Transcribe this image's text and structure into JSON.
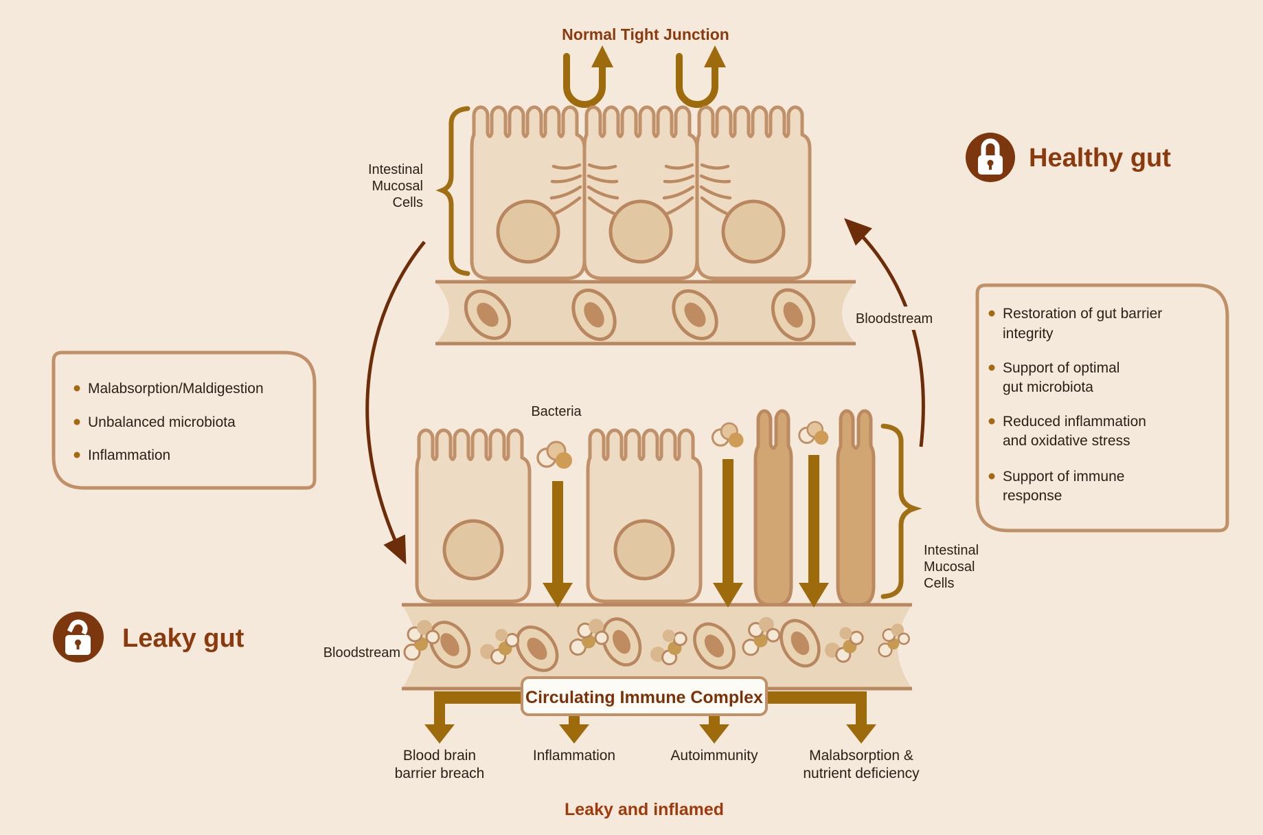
{
  "title": "Normal Tight Junction",
  "healthy": {
    "label": "Healthy gut",
    "icon": "lock-closed-icon",
    "bloodstream_label": "Bloodstream",
    "cells_label": [
      "Intestinal",
      "Mucosal",
      "Cells"
    ]
  },
  "leaky": {
    "label": "Leaky gut",
    "icon": "lock-open-icon",
    "bacteria_label": "Bacteria",
    "bloodstream_label": "Bloodstream",
    "cells_label": [
      "Intestinal",
      "Mucosal",
      "Cells"
    ],
    "badge": "Circulating Immune Complex",
    "outcomes": [
      [
        "Blood brain",
        "barrier breach"
      ],
      [
        "Inflammation"
      ],
      [
        "Autoimmunity"
      ],
      [
        "Malabsorption &",
        "nutrient deficiency"
      ]
    ],
    "footer": "Leaky and inflamed"
  },
  "left_box": {
    "items": [
      "Malabsorption/Maldigestion",
      "Unbalanced microbiota",
      "Inflammation"
    ]
  },
  "right_box": {
    "items": [
      [
        "Restoration of gut barrier",
        "integrity"
      ],
      [
        "Support of optimal",
        "gut microbiota"
      ],
      [
        "Reduced inflammation",
        "and oxidative stress"
      ],
      [
        "Support of immune",
        "response"
      ]
    ]
  },
  "colors": {
    "background": "#f4e9da",
    "cell_fill": "#eddbc3",
    "cell_stroke": "#c09068",
    "damaged_cell_fill": "#d2a673",
    "band_fill": "#e9d6bb",
    "nucleus_fill": "#e2c7a3",
    "gold_arrow": "#9e6b0c",
    "dark_curve": "#6e2d09",
    "heading_brown": "#8b3a0e",
    "icon_circle": "#7c370e",
    "box_border": "#c09068",
    "text_dark": "#2a1f15"
  }
}
